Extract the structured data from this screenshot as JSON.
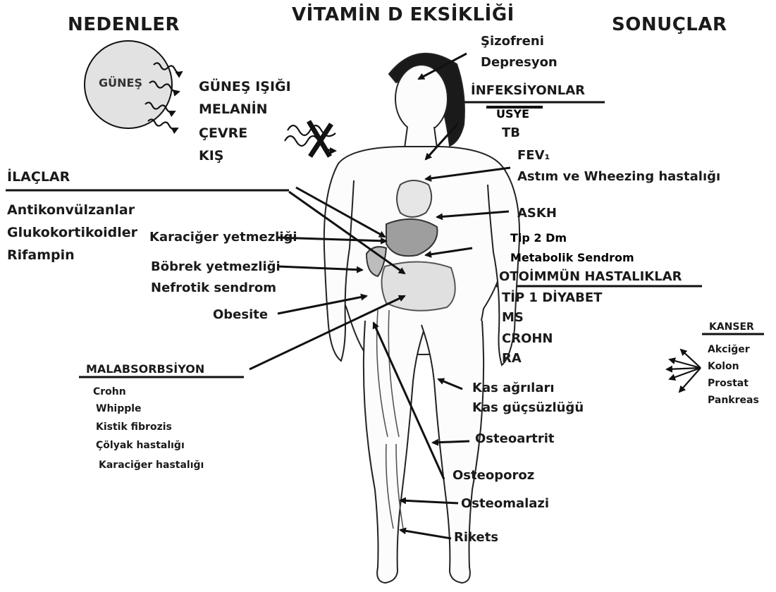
{
  "title": "VİTAMİN D EKSİKLİĞİ",
  "causes_heading": "NEDENLER",
  "results_heading": "SONUÇLAR",
  "sun": {
    "label": "GÜNEŞ",
    "factors": [
      "GÜNEŞ IŞIĞI",
      "MELANİN",
      "ÇEVRE",
      "KIŞ"
    ]
  },
  "drugs": {
    "heading": "İLAÇLAR",
    "items": [
      "Antikonvülzanlar",
      "Glukokortikoidler",
      "Rifampin"
    ]
  },
  "organ_causes": {
    "liver": "Karaciğer yetmezliği",
    "kidney": [
      "Böbrek yetmezliği",
      "Nefrotik sendrom"
    ],
    "obesity": "Obesite"
  },
  "malabsorption": {
    "heading": "MALABSORBSİYON",
    "items": [
      "Crohn",
      "Whipple",
      "Kistik fibrozis",
      "Çölyak hastalığı",
      "Karaciğer hastalığı"
    ]
  },
  "psych": [
    "Şizofreni",
    "Depresyon"
  ],
  "infections": {
    "heading": "İNFEKSİYONLAR",
    "items": [
      "ÜSYE",
      "TB"
    ]
  },
  "lung": [
    "FEV₁",
    "Astım ve Wheezing hastalığı"
  ],
  "cardio": "ASKH",
  "metabolic": [
    "Tip 2 Dm",
    "Metabolik Sendrom"
  ],
  "autoimmune": {
    "heading": "OTOİMMÜN HASTALIKLAR",
    "items": [
      "TİP 1 DİYABET",
      "MS",
      "CROHN",
      "RA"
    ]
  },
  "cancer": {
    "heading": "KANSER",
    "items": [
      "Akciğer",
      "Kolon",
      "Prostat",
      "Pankreas"
    ]
  },
  "muscle": [
    "Kas ağrıları",
    "Kas güçsüzlüğü"
  ],
  "bone": [
    "Osteoartrit",
    "Osteoporoz",
    "Osteomalazi",
    "Rikets"
  ]
}
